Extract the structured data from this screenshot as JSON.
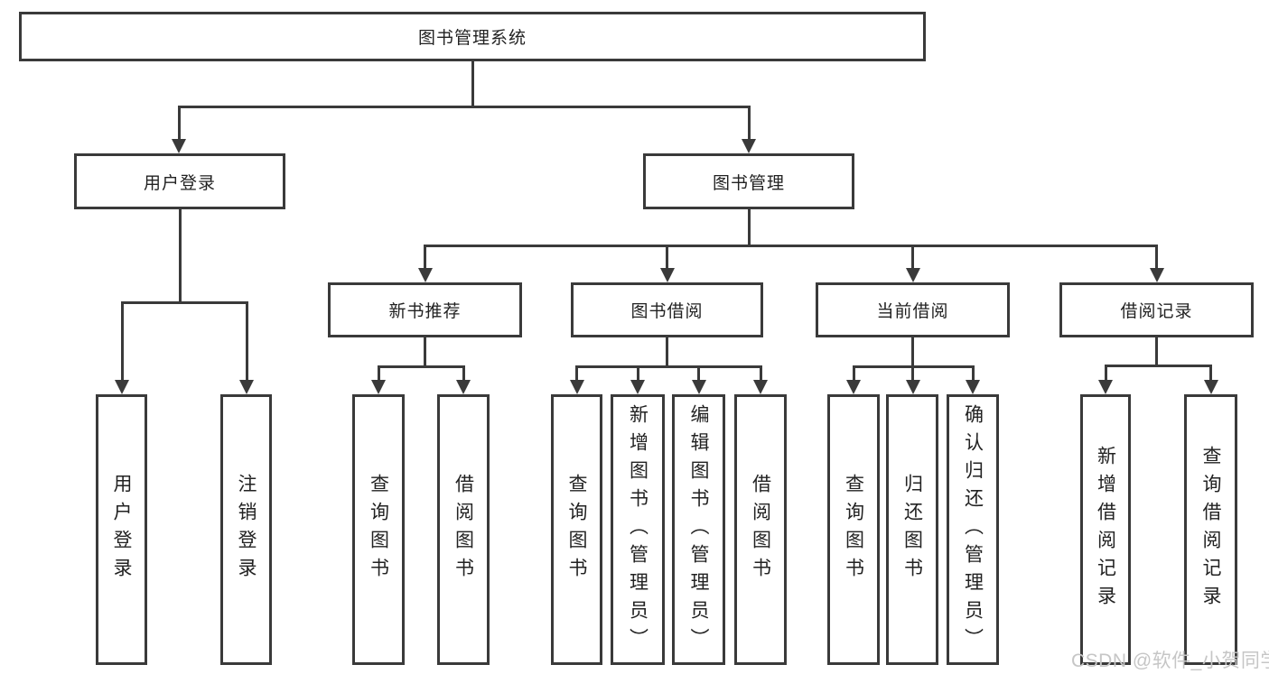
{
  "diagram": {
    "root": {
      "label": "图书管理系统"
    },
    "level2": [
      {
        "label": "用户登录"
      },
      {
        "label": "图书管理"
      }
    ],
    "level3": [
      {
        "label": "新书推荐"
      },
      {
        "label": "图书借阅"
      },
      {
        "label": "当前借阅"
      },
      {
        "label": "借阅记录"
      }
    ],
    "leaves": {
      "user_login": [
        "用户登录",
        "注销登录"
      ],
      "new_books": [
        "查询图书",
        "借阅图书"
      ],
      "book_borrow": [
        "查询图书",
        "新增图书（管理员）",
        "编辑图书（管理员）",
        "借阅图书"
      ],
      "current_borrow": [
        "查询图书",
        "归还图书",
        "确认归还（管理员）"
      ],
      "borrow_records": [
        "新增借阅记录",
        "查询借阅记录"
      ]
    }
  },
  "watermark": {
    "text": "CSDN @软件_小贺同学",
    "color": "#c6c6c6"
  },
  "colors": {
    "line": "#3a3a3a",
    "box_border": "#3a3a3a",
    "background": "#ffffff",
    "text": "#222222"
  }
}
